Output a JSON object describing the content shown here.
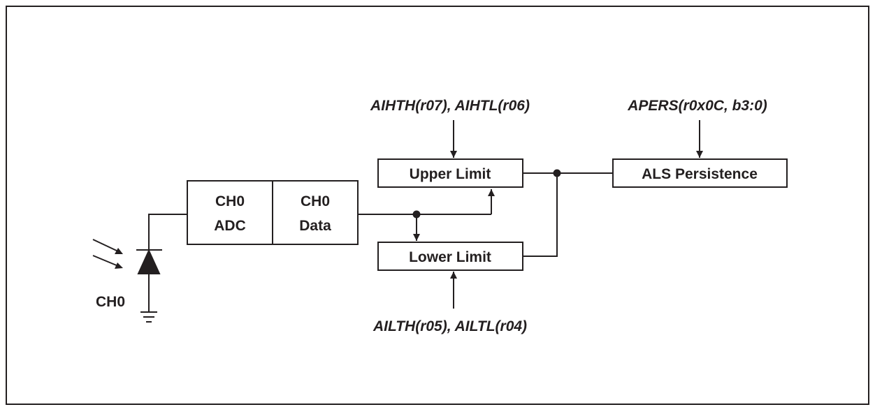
{
  "diagram": {
    "blocks": {
      "ch0_adc": [
        "CH0",
        "ADC"
      ],
      "ch0_data": [
        "CH0",
        "Data"
      ],
      "upper_limit": "Upper Limit",
      "lower_limit": "Lower Limit",
      "als_persistence": "ALS Persistence"
    },
    "registers": {
      "upper": "AIHTH(r07), AIHTL(r06)",
      "lower": "AILTH(r05), AILTL(r04)",
      "persistence": "APERS(r0x0C, b3:0)"
    },
    "photodiode_label": "CH0"
  },
  "colors": {
    "ink": "#231f20",
    "background": "#ffffff"
  }
}
